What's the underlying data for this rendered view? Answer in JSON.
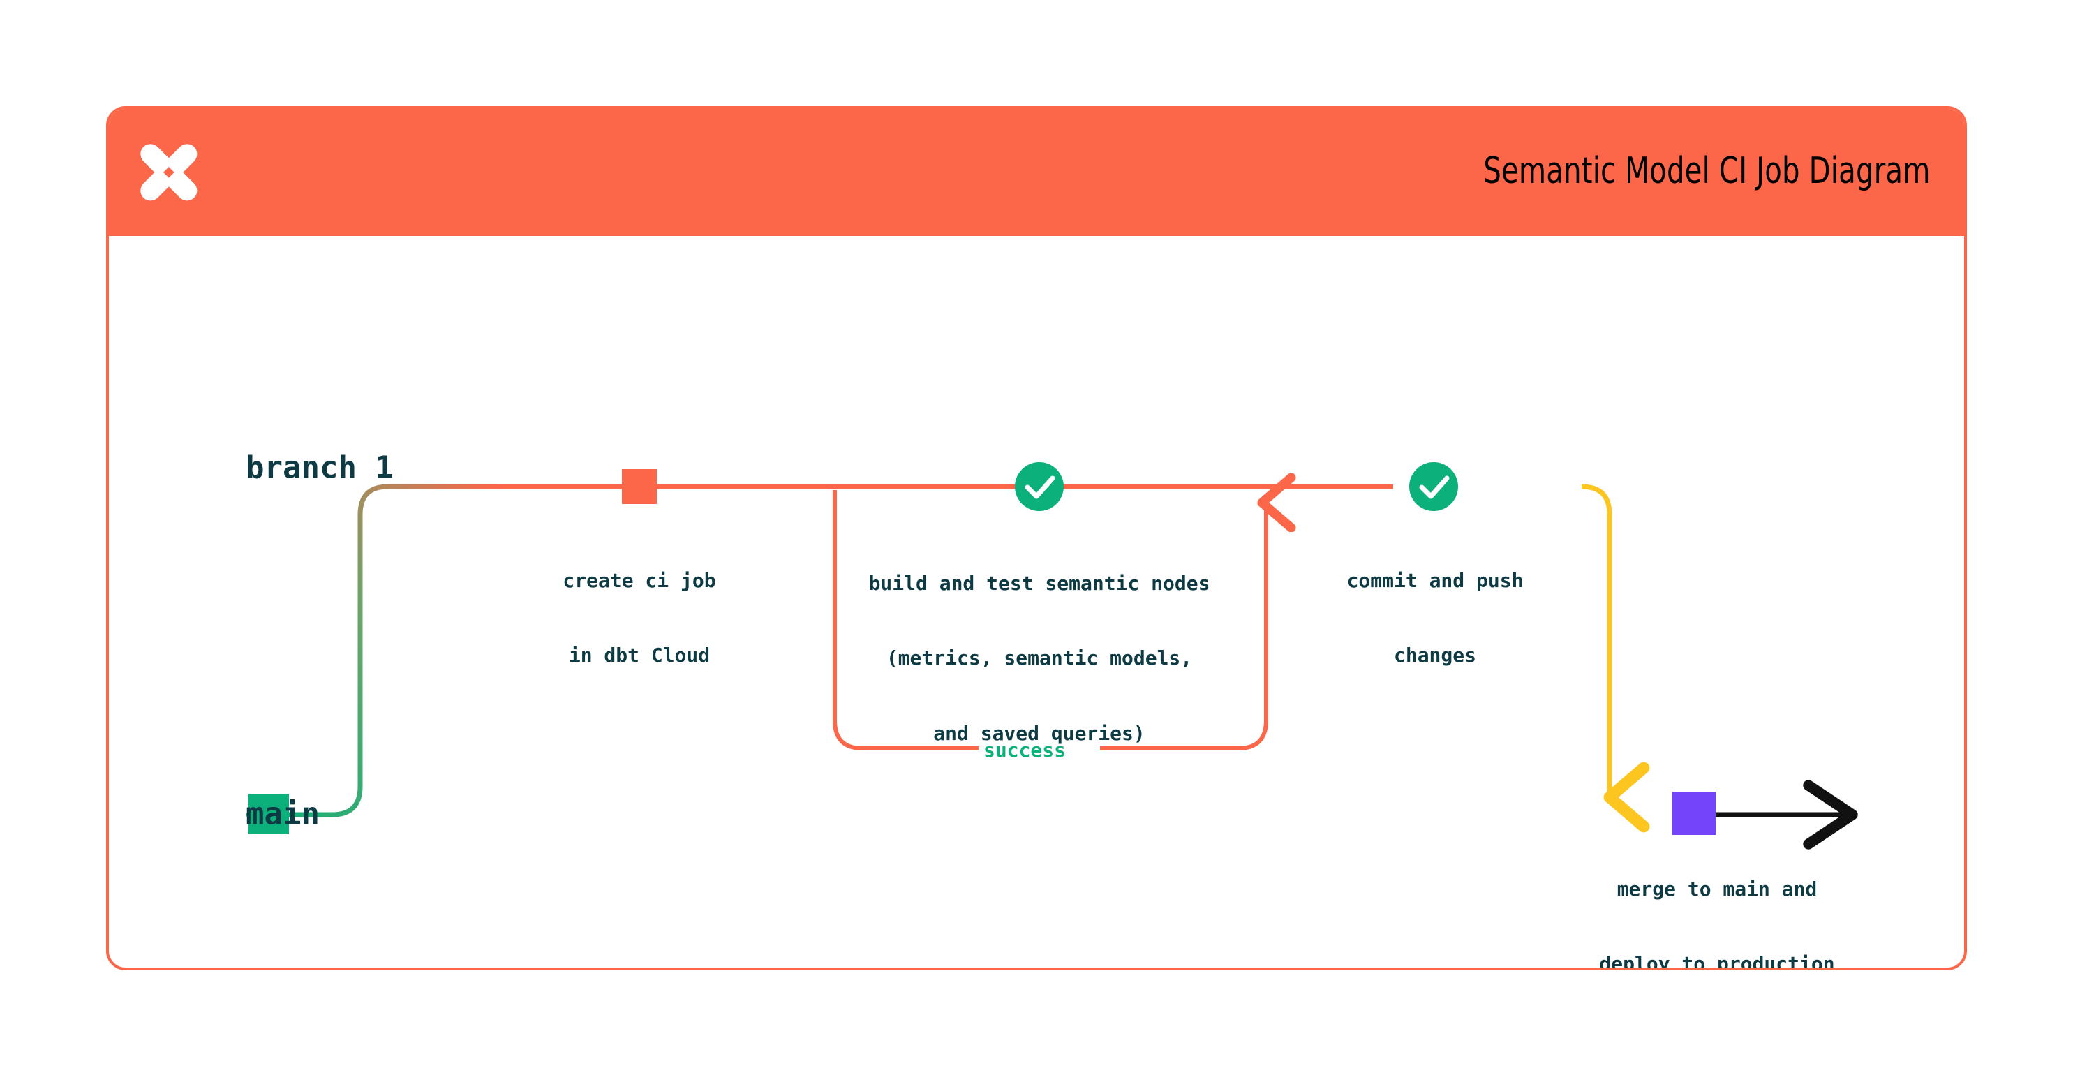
{
  "header": {
    "title": "Semantic Model CI Job Diagram",
    "logo_icon": "dbt-logo-icon",
    "background_color": "#FC6649"
  },
  "colors": {
    "orange": "#FC6649",
    "teal": "#0BB07B",
    "yellow": "#FCC520",
    "purple": "#7444FB",
    "navy_text": "#0E3B43",
    "black": "#111111"
  },
  "diagram": {
    "type": "git-branch-flow",
    "branches": [
      {
        "id": "branch-1",
        "label": "branch 1",
        "color": "#FC6649"
      },
      {
        "id": "main",
        "label": "main",
        "color": "#0BB07B"
      }
    ],
    "nodes": [
      {
        "id": "create-ci-job",
        "marker": "square",
        "marker_color": "#FC6649",
        "branch": "branch-1",
        "label_lines": [
          "create ci job",
          "in dbt Cloud"
        ]
      },
      {
        "id": "build-and-test",
        "marker": "check-circle",
        "marker_color": "#0BB07B",
        "branch": "branch-1",
        "label_lines": [
          "build and test semantic nodes",
          "(metrics, semantic models,",
          "and saved queries)"
        ]
      },
      {
        "id": "commit-and-push",
        "marker": "check-circle",
        "marker_color": "#0BB07B",
        "branch": "branch-1",
        "label_lines": [
          "commit and push",
          "changes"
        ]
      },
      {
        "id": "merge-to-main",
        "marker": "square",
        "marker_color": "#7444FB",
        "branch": "main",
        "label_lines": [
          "merge to main and",
          "deploy to production"
        ]
      }
    ],
    "edges": [
      {
        "id": "branch-off",
        "from": "main",
        "to": "branch-1",
        "color_from": "#0BB07B",
        "color_to": "#FC6649"
      },
      {
        "id": "success-loop",
        "label": "success",
        "label_color": "#0BB07B",
        "color": "#FC6649",
        "arrow": "up"
      },
      {
        "id": "merge-down",
        "from": "branch-1",
        "to": "main",
        "color": "#FCC520",
        "arrow": "down"
      },
      {
        "id": "main-continues",
        "color": "#111111",
        "arrow": "right"
      }
    ]
  }
}
